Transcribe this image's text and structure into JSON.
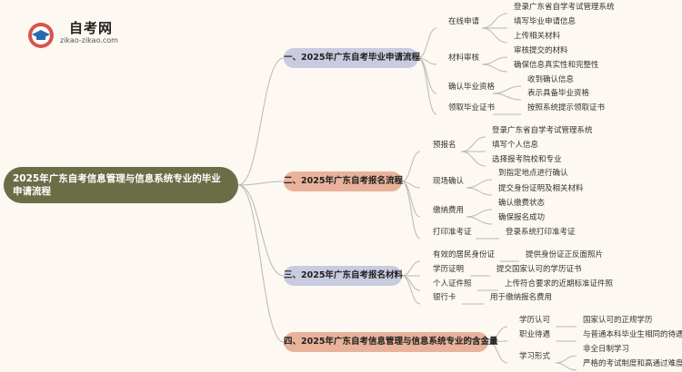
{
  "logo": {
    "name": "自考网",
    "url": "zikao-zikao.com"
  },
  "root": {
    "title": "2025年广东自考信息管理与信息系统专业的毕业申请流程"
  },
  "branches": [
    {
      "label": "一、2025年广东自考毕业申请流程",
      "children": [
        {
          "label": "在线申请",
          "items": [
            "登录广东省自学考试管理系统",
            "填写毕业申请信息",
            "上传相关材料"
          ]
        },
        {
          "label": "材料审核",
          "items": [
            "审核提交的材料",
            "确保信息真实性和完整性"
          ]
        },
        {
          "label": "确认毕业资格",
          "items": [
            "收到确认信息",
            "表示具备毕业资格"
          ]
        },
        {
          "label": "领取毕业证书",
          "items": [
            "按照系统提示领取证书"
          ]
        }
      ]
    },
    {
      "label": "二、2025年广东自考报名流程",
      "children": [
        {
          "label": "预报名",
          "items": [
            "登录广东省自学考试管理系统",
            "填写个人信息",
            "选择报考院校和专业"
          ]
        },
        {
          "label": "现场确认",
          "items": [
            "到指定地点进行确认",
            "提交身份证明及相关材料"
          ]
        },
        {
          "label": "缴纳费用",
          "items": [
            "确认缴费状态",
            "确保报名成功"
          ]
        },
        {
          "label": "打印准考证",
          "items": [
            "登录系统打印准考证"
          ]
        }
      ]
    },
    {
      "label": "三、2025年广东自考报名材料",
      "children": [
        {
          "label": "有效的居民身份证",
          "items": [
            "提供身份证正反面照片"
          ]
        },
        {
          "label": "学历证明",
          "items": [
            "提交国家认可的学历证书"
          ]
        },
        {
          "label": "个人证件照",
          "items": [
            "上传符合要求的近期标准证件照"
          ]
        },
        {
          "label": "银行卡",
          "items": [
            "用于缴纳报名费用"
          ]
        }
      ]
    },
    {
      "label": "四、2025年广东自考信息管理与信息系统专业的含金量",
      "children": [
        {
          "label": "学历认可",
          "items": [
            "国家认可的正规学历"
          ]
        },
        {
          "label": "职业待遇",
          "items": [
            "与普通本科毕业生相同的待遇"
          ]
        },
        {
          "label": "学习形式",
          "items": [
            "非全日制学习",
            "严格的考试制度和高通过难度"
          ]
        }
      ]
    }
  ]
}
